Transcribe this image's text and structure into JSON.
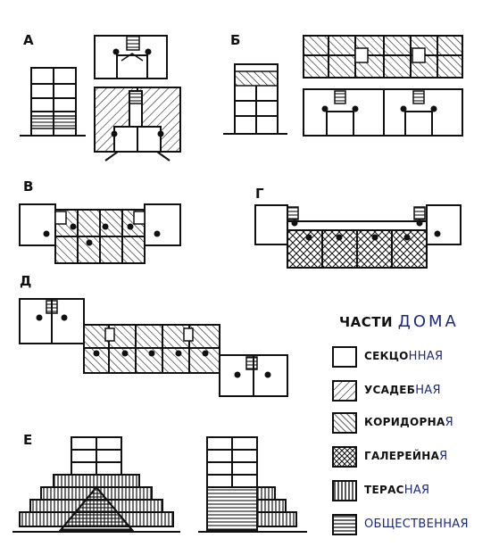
{
  "diagram_labels": {
    "a": "А",
    "b": "Б",
    "v": "В",
    "g": "Г",
    "d": "Д",
    "e": "Е"
  },
  "legend": {
    "title_part1": "ЧАСТИ",
    "title_part2": "ДОМА",
    "items": [
      {
        "label_main": "СЕКЦО",
        "label_hand": "ННАЯ",
        "pattern": "none"
      },
      {
        "label_main": "УСАДЕБ",
        "label_hand": "НАЯ",
        "pattern": "diagonal-backslash"
      },
      {
        "label_main": "КОРИДОРНА",
        "label_hand": "Я",
        "pattern": "diagonal-slash"
      },
      {
        "label_main": "ГАЛЕРЕЙНА",
        "label_hand": "Я",
        "pattern": "crosshatch"
      },
      {
        "label_main": "ТЕРАС",
        "label_hand": "НАЯ",
        "pattern": "vertical"
      },
      {
        "label_main": "",
        "label_hand": "ОБЩЕСТВЕННАЯ",
        "pattern": "horizontal"
      }
    ]
  },
  "colors": {
    "ink": "#111111",
    "handwriting": "#1c2a7a",
    "paper": "#ffffff"
  }
}
